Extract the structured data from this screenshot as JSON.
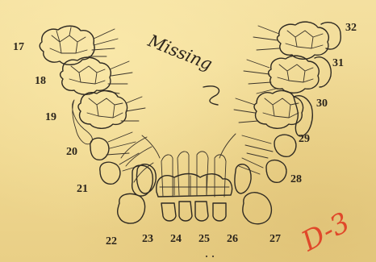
{
  "annotation": {
    "handwritten_note": "Missing",
    "red_mark": "D-3"
  },
  "tooth_labels": [
    {
      "number": "17"
    },
    {
      "number": "18"
    },
    {
      "number": "19"
    },
    {
      "number": "20"
    },
    {
      "number": "21"
    },
    {
      "number": "22"
    },
    {
      "number": "23"
    },
    {
      "number": "24"
    },
    {
      "number": "25"
    },
    {
      "number": "26"
    },
    {
      "number": "27"
    },
    {
      "number": "28"
    },
    {
      "number": "29"
    },
    {
      "number": "30"
    },
    {
      "number": "31"
    },
    {
      "number": "32"
    }
  ],
  "colors": {
    "paper": "#f2dc95",
    "ink": "#2f2a22",
    "red_pencil": "#e0482a"
  }
}
